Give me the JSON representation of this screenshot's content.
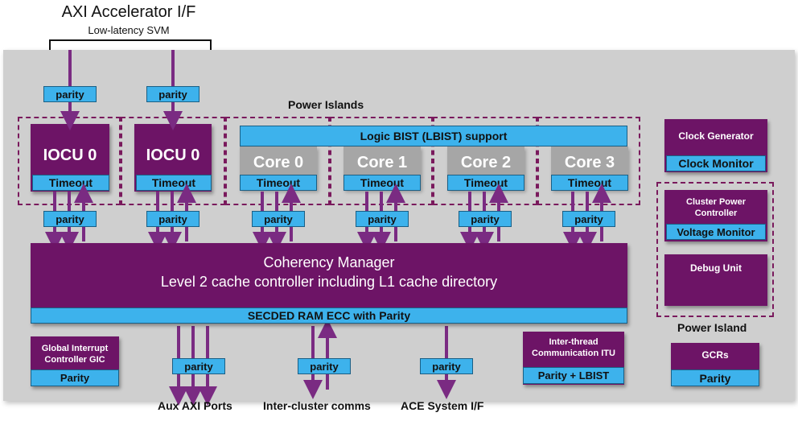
{
  "header": {
    "title": "AXI Accelerator I/F",
    "subtitle": "Low-latency SVM"
  },
  "labels": {
    "power_islands": "Power Islands",
    "power_island": "Power Island",
    "aux_axi_ports": "Aux AXI Ports",
    "inter_cluster": "Inter-cluster comms",
    "ace_system": "ACE System I/F"
  },
  "iocu": [
    {
      "name": "IOCU 0",
      "timeout": "Timeout",
      "parity_top": "parity",
      "parity_bottom": "parity"
    },
    {
      "name": "IOCU 0",
      "timeout": "Timeout",
      "parity_top": "parity",
      "parity_bottom": "parity"
    }
  ],
  "lbist": "Logic BIST (LBIST) support",
  "cores": [
    {
      "name": "Core 0",
      "timeout": "Timeout",
      "parity": "parity"
    },
    {
      "name": "Core 1",
      "timeout": "Timeout",
      "parity": "parity"
    },
    {
      "name": "Core 2",
      "timeout": "Timeout",
      "parity": "parity"
    },
    {
      "name": "Core 3",
      "timeout": "Timeout",
      "parity": "parity"
    }
  ],
  "coherency": {
    "line1": "Coherency Manager",
    "line2": "Level 2 cache controller including L1 cache directory",
    "ecc": "SECDED RAM ECC with Parity"
  },
  "gic": {
    "title": "Global Interrupt Controller GIC",
    "parity": "Parity"
  },
  "bottom_parity": {
    "aux": "parity",
    "inter": "parity",
    "ace": "parity"
  },
  "itu": {
    "title": "Inter-thread Communication ITU",
    "sub": "Parity + LBIST"
  },
  "clock": {
    "title": "Clock Generator",
    "monitor": "Clock Monitor"
  },
  "cpc": {
    "title": "Cluster Power Controller",
    "monitor": "Voltage Monitor"
  },
  "debug": {
    "title": "Debug Unit"
  },
  "gcr": {
    "title": "GCRs",
    "parity": "Parity"
  }
}
